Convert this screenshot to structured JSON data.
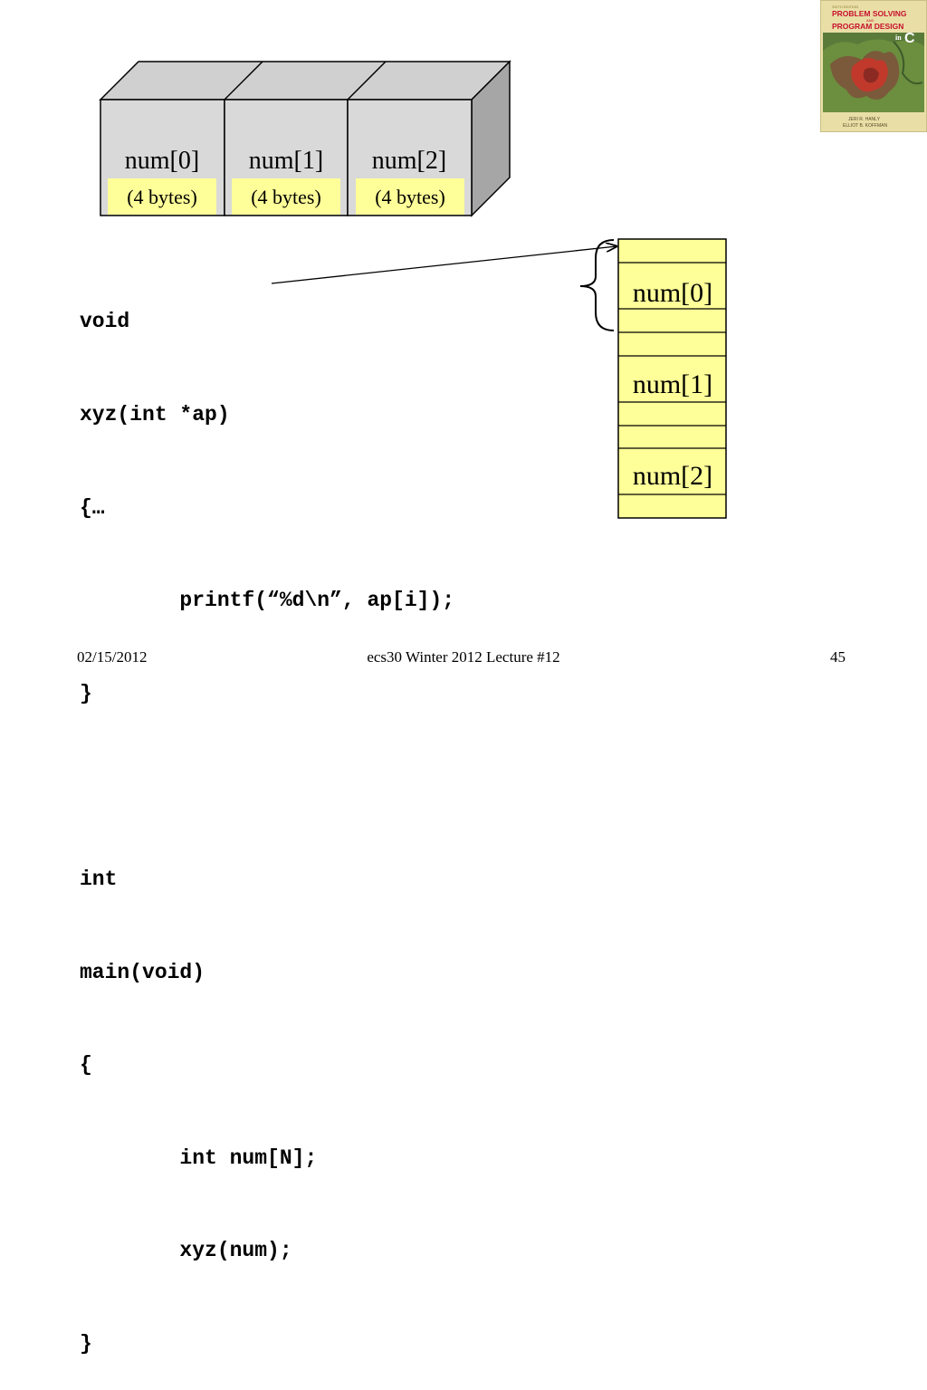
{
  "slide": {
    "block_labels": [
      "num[0]",
      "num[1]",
      "num[2]"
    ],
    "block_sizes": [
      "(4 bytes)",
      "(4 bytes)",
      "(4 bytes)"
    ],
    "stack_labels": [
      "num[0]",
      "num[1]",
      "num[2]"
    ],
    "code_lines": [
      "void",
      "xyz(int *ap)",
      "{…",
      "        printf(“%d\\n”, ap[i]);",
      "}",
      "",
      "int",
      "main(void)",
      "{",
      "        int num[N];",
      "        xyz(num);",
      "}"
    ]
  },
  "book": {
    "title_line1": "PROBLEM SOLVING",
    "title_and": "AND",
    "title_line2": "PROGRAM DESIGN",
    "title_in": "in",
    "title_c": "C",
    "authors": [
      "JERI R. HANLY",
      "ELLIOT B. KOFFMAN"
    ],
    "colors": {
      "title": "#c8102e",
      "bg": "#e9dfa6"
    }
  },
  "footer": {
    "date": "02/15/2012",
    "course": "ecs30 Winter 2012 Lecture #12",
    "page": "45"
  },
  "colors": {
    "highlight": "#ffff99",
    "box_face": "#d9d9d9",
    "box_top": "#d0d0d0",
    "box_side": "#a6a6a6"
  }
}
